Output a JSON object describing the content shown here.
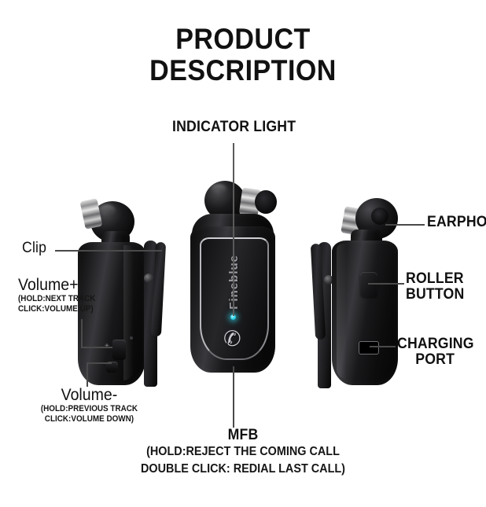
{
  "page": {
    "title_lines": [
      "PRODUCT",
      "DESCRIPTION"
    ],
    "background_color": "#ffffff",
    "text_color": "#111111",
    "leader_line_color": "#4a4a4a",
    "led_color": "#2dd2e8"
  },
  "brand": {
    "name": "Fineblue"
  },
  "callouts": {
    "indicator_light": {
      "label": "INDICATOR LIGHT"
    },
    "clip": {
      "label": "Clip"
    },
    "volume_up": {
      "label": "Volume+",
      "sub_lines": [
        "(HOLD:NEXT TRACK",
        "CLICK:VOLUME UP)"
      ]
    },
    "volume_down": {
      "label": "Volume-",
      "sub_lines": [
        "(HOLD:PREVIOUS TRACK",
        "CLICK:VOLUME DOWN)"
      ]
    },
    "earphone": {
      "label": "EARPHONE"
    },
    "roller_button": {
      "label_line1": "ROLLER",
      "label_line2": "BUTTON"
    },
    "charging_port": {
      "label_line1": "CHARGING",
      "label_line2": "PORT"
    },
    "mfb": {
      "label": "MFB",
      "sub_lines": [
        "(HOLD:REJECT THE COMING CALL",
        "DOUBLE CLICK: REDIAL LAST CALL)"
      ]
    }
  },
  "icons": {
    "mfb_glyph": "✆",
    "volume_up_mark": "+",
    "volume_down_mark": "−"
  }
}
